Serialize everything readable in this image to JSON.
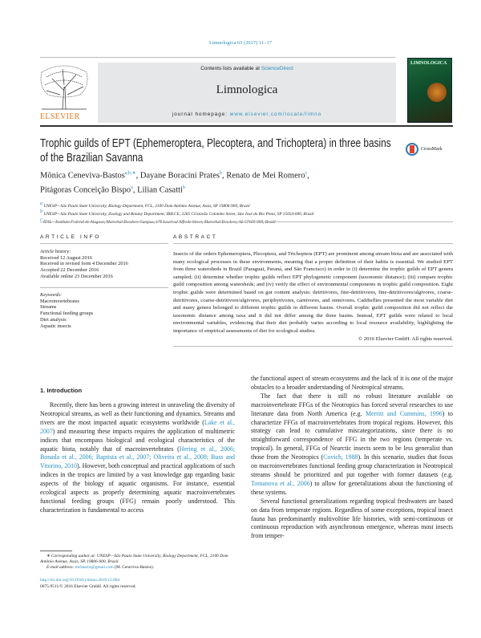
{
  "journal_ref": "Limnologica 63 (2017) 11–17",
  "header": {
    "publisher_logo_text": "ELSEVIER",
    "contents_prefix": "Contents lists available at ",
    "contents_link": "ScienceDirect",
    "journal_name": "Limnologica",
    "homepage_prefix": "journal homepage: ",
    "homepage_url": "www.elsevier.com/locate/limno",
    "cover_text": "LIMNOLOGICA"
  },
  "title": "Trophic guilds of EPT (Ephemeroptera, Plecoptera, and Trichoptera) in three basins of the Brazilian Savanna",
  "crossmark": "CrossMark",
  "authors": [
    {
      "name": "Mônica Ceneviva-Bastos",
      "sup": "a,b,∗",
      "sep": ", "
    },
    {
      "name": "Dayane Boracini Prates",
      "sup": "b",
      "sep": ", "
    },
    {
      "name": "Renato de Mei Romero",
      "sup": "c",
      "sep": ","
    },
    {
      "name": "Pitágoras Conceição Bispo",
      "sup": "a",
      "sep": ", "
    },
    {
      "name": "Lilian Casatti",
      "sup": "b",
      "sep": ""
    }
  ],
  "affiliations": [
    {
      "sup": "a",
      "text": "UNESP—São Paulo State University, Biology Department, FCL, 2100 Dom Antônio Avenue, Assis, SP 19806-900, Brazil"
    },
    {
      "sup": "b",
      "text": "UNESP—São Paulo State University, Zoology and Botany Department, IBILCE, 2265 Cristóvão Colombo Street, São José do Rio Preto, SP 15054-000, Brazil"
    },
    {
      "sup": "c",
      "text": "IFAL—Instituto Federal de Alagoas, Marechal Deodoro Campus, 176 Lourival Alfredo Street, Marechal Deodoro, AL 57160-000, Brazil"
    }
  ],
  "article_info": {
    "heading": "ARTICLE INFO",
    "history_label": "Article history:",
    "history": [
      "Received 12 August 2016",
      "Received in revised form 4 December 2016",
      "Accepted 22 December 2016",
      "Available online 23 December 2016"
    ],
    "keywords_label": "Keywords:",
    "keywords": [
      "Macroinvertebrates",
      "Streams",
      "Functional feeding groups",
      "Diet analysis",
      "Aquatic insects"
    ]
  },
  "abstract": {
    "heading": "ABSTRACT",
    "text": "Insects of the orders Ephemeroptera, Plecoptera, and Trichoptera (EPT) are prominent among stream biota and are associated with many ecological processes in these environments, meaning that a proper definition of their habits is essential. We studied EPT from three watersheds in Brazil (Paraguai, Paraná, and São Francisco) in order to (i) determine the trophic guilds of EPT genera sampled; (ii) determine whether trophic guilds reflect EPT phylogenetic component (taxonomic distance); (iii) compare trophic guild composition among watersheds; and (iv) verify the effect of environmental components in trophic guild composition. Eight trophic guilds were determined based on gut content analysis: detritivores, fine-detritivores, fine-detritivores/algivores, coarse-detritivores, coarse-detritivore/algivores, periphytivores, carnivores, and omnivores. Caddisflies presented the most variable diet and many genera belonged to different trophic guilds in different basins. Overall trophic guild composition did not reflect the taxonomic distance among taxa and it did not differ among the three basins. Instead, EPT guilds were related to local environmental variables, evidencing that their diet probably varies according to local resource availability, highlighting the importance of empirical assessments of diet for ecological studies.",
    "copyright": "© 2016 Elsevier GmbH. All rights reserved."
  },
  "intro_heading": "1.  Introduction",
  "left_column": [
    [
      {
        "t": "Recently, there has been a growing interest in unraveling the diversity of Neotropical streams, as well as their functioning and dynamics. Streams and rivers are the most impacted aquatic ecosystems worldwide ("
      },
      {
        "t": "Lake et al., 2007",
        "link": true
      },
      {
        "t": ") and measuring these impacts requires the application of multimetric indices that encompass biological and ecological characteristics of the aquatic biota, notably that of macroinvertebrates ("
      },
      {
        "t": "Hering et al., 2006; Bonada et al., 2006; Baptista et al., 2007; Oliveira et al., 2008; Buss and Vitorino, 2010",
        "link": true
      },
      {
        "t": "). However, both conceptual and practical applications of such indices in the tropics are limited by a vast knowledge gap regarding basic aspects of the biology of aquatic organisms. For instance, essential ecological aspects as properly determining aquatic macroinvertebrates functional feeding groups (FFG) remain poorly understood. This characterization is fundamental to access"
      }
    ]
  ],
  "right_column": [
    [
      {
        "t": "the functional aspect of stream ecosystems and the lack of it is one of the major obstacles to a broader understanding of Neotropical streams."
      }
    ],
    [
      {
        "t": "The fact that there is still no robust literature available on macroinvertebrate FFGs of the Neotropics has forced several researches to use literature data from North America (e.g. "
      },
      {
        "t": "Merritt and Cummins, 1996",
        "link": true
      },
      {
        "t": ") to characterize FFGs of macroinvertebrates from tropical regions. However, this strategy can lead to cumulative miscategorizations, since there is no straightforward correspondence of FFG in the two regions (temperate vs. tropical). In general, FFGs of Nearctic insects seem to be less generalist than those from the Neotropics ("
      },
      {
        "t": "Covich, 1988",
        "link": true
      },
      {
        "t": "). In this scenario, studies that focus on macroinvertebrates functional feeding group characterization in Neotropical streams should be prioritized and put together with former datasets (e.g. "
      },
      {
        "t": "Tomanova et al., 2006",
        "link": true
      },
      {
        "t": ") to allow for generalizations about the functioning of these systems."
      }
    ],
    [
      {
        "t": "Several functional generalizations regarding tropical freshwaters are based on data from temperate regions. Regardless of some exceptions, tropical insect fauna has predominantly multivoltine life histories, with semi-continuous or continuous reproduction with asynchronous emergence, whereas most insects from temper-"
      }
    ]
  ],
  "footnote": {
    "marker": "∗",
    "corresponding": "Corresponding author at: UNESP—São Paulo State University, Biology Department, FCL, 2100 Dom Antônio Avenue, Assis, SP, 19806-900, Brazil.",
    "email_label": "E-mail address: ",
    "email": "mcbastos@gmail.com",
    "email_owner": " (M. Ceneviva-Bastos)."
  },
  "doi": "http://dx.doi.org/10.1016/j.limno.2016.12.004",
  "issn_copyright": "0075-9511/© 2016 Elsevier GmbH. All rights reserved.",
  "colors": {
    "link": "#2a8fc0",
    "elsevier_orange": "#e87722",
    "header_box": "#e6e7e8"
  }
}
